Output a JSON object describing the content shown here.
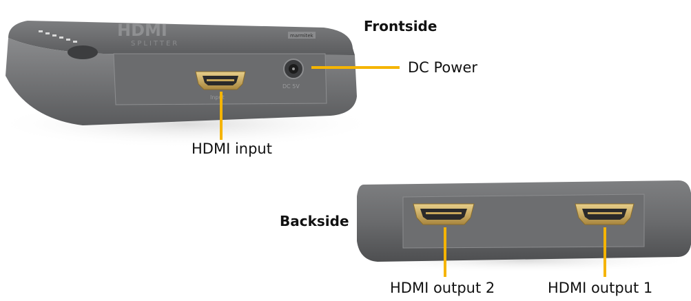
{
  "labels": {
    "frontside": "Frontside",
    "backside": "Backside",
    "dc_power": "DC Power",
    "hdmi_input": "HDMI input",
    "hdmi_output_2": "HDMI output 2",
    "hdmi_output_1": "HDMI output 1"
  },
  "device": {
    "logo_text": "HDMI",
    "logo_subtext": "SPLITTER",
    "brand_badge": "marmitek",
    "port_label_input": "Input",
    "port_label_dc": "DC 5V"
  },
  "colors": {
    "leader_line": "#f5b400",
    "housing": "#6e6f71",
    "housing_dark": "#4a4b4d",
    "port_gold": "#c9a85a"
  }
}
